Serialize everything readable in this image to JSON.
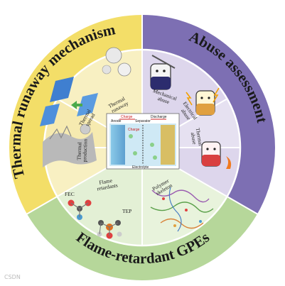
{
  "rings": {
    "thermal": "Thermal runaway mechanism",
    "abuse": "Abuse assessment",
    "gpe": "Flame-retardant GPEs"
  },
  "segments": {
    "thermal_runaway": [
      "Thermal",
      "runaway"
    ],
    "thermal_spread": [
      "Thermal",
      "spread"
    ],
    "thermal_production": [
      "Thermal",
      "production"
    ],
    "mechanical_abuse": [
      "Mechanical",
      "abuse"
    ],
    "electrical_abuse": [
      "Electrical",
      "abuse"
    ],
    "thermal_abuse": [
      "Thermal",
      "abuse"
    ],
    "flame_retardants": [
      "Flame",
      "retardants"
    ],
    "polymer_skeleton": [
      "Polymer",
      "skeleton"
    ]
  },
  "molecules": {
    "fec": "FEC",
    "tep": "TEP"
  },
  "center": {
    "charge_top": "Charge",
    "discharge": "Discharge",
    "anode": "Anode",
    "separator": "Separator",
    "charge_inner": "Charge",
    "electrolyte": "Electrolyte"
  },
  "colors": {
    "thermal_ring": "#f3de68",
    "abuse_ring": "#7d6fb3",
    "gpe_ring": "#b6d79a",
    "thermal_inner": "#f8f0c2",
    "abuse_inner": "#ddd6ec",
    "gpe_inner": "#e3f0d5",
    "center_bg": "#cfe9f5"
  },
  "watermark": "CSDN"
}
